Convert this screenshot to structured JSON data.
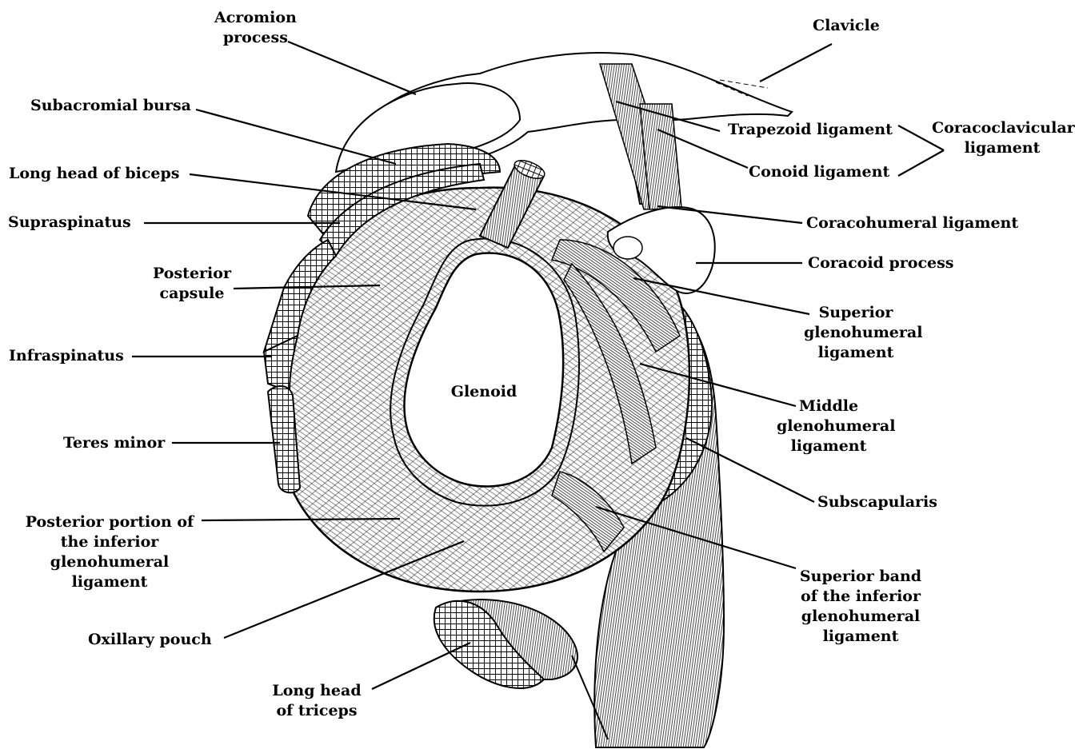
{
  "labels": {
    "acromion": [
      "Acromion",
      "process"
    ],
    "subacromial": [
      "Subacromial bursa"
    ],
    "biceps": [
      "Long head of biceps"
    ],
    "supraspinatus": [
      "Supraspinatus"
    ],
    "posterior_capsule": [
      "Posterior",
      "capsule"
    ],
    "infraspinatus": [
      "Infraspinatus"
    ],
    "teres_minor": [
      "Teres minor"
    ],
    "posterior_igl": [
      "Posterior portion of",
      "the inferior",
      "glenohumeral",
      "ligament"
    ],
    "axillary_pouch": [
      "Oxillary pouch"
    ],
    "triceps": [
      "Long head",
      "of triceps"
    ],
    "glenoid": [
      "Glenoid"
    ],
    "clavicle": [
      "Clavicle"
    ],
    "trapezoid": [
      "Trapezoid ligament"
    ],
    "conoid": [
      "Conoid ligament"
    ],
    "coracoclavicular": [
      "Coracoclavicular",
      "ligament"
    ],
    "coracohumeral": [
      "Coracohumeral ligament"
    ],
    "coracoid": [
      "Coracoid process"
    ],
    "superior_ghl": [
      "Superior",
      "glenohumeral",
      "ligament"
    ],
    "middle_ghl": [
      "Middle",
      "glenohumeral",
      "ligament"
    ],
    "subscapularis": [
      "Subscapularis"
    ],
    "superior_band": [
      "Superior band",
      "of the inferior",
      "glenohumeral",
      "ligament"
    ]
  },
  "colors": {
    "ink": "#000000",
    "paper": "#ffffff"
  }
}
